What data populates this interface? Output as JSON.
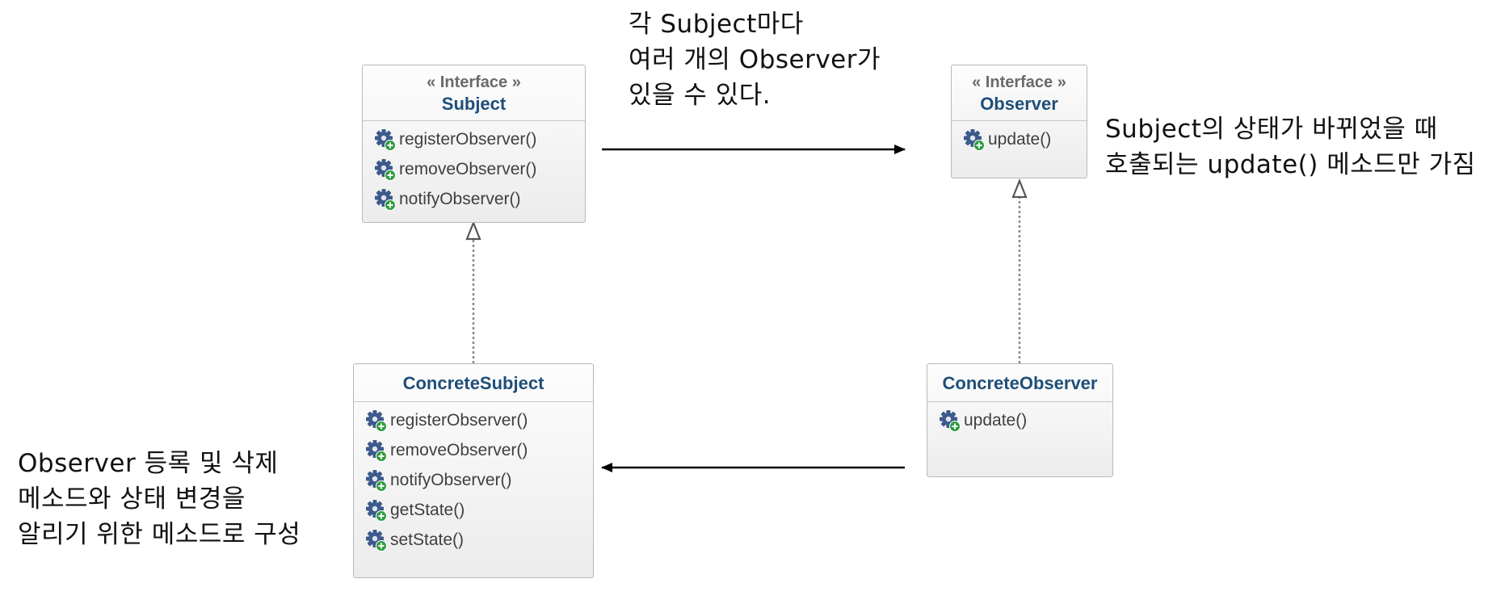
{
  "diagram": {
    "classes": [
      {
        "id": "subject",
        "stereotype": "« Interface »",
        "name": "Subject",
        "methods": [
          "registerObserver()",
          "removeObserver()",
          "notifyObserver()"
        ]
      },
      {
        "id": "observer",
        "stereotype": "« Interface »",
        "name": "Observer",
        "methods": [
          "update()"
        ]
      },
      {
        "id": "concrete_subject",
        "name": "ConcreteSubject",
        "methods": [
          "registerObserver()",
          "removeObserver()",
          "notifyObserver()",
          "getState()",
          "setState()"
        ]
      },
      {
        "id": "concrete_observer",
        "name": "ConcreteObserver",
        "methods": [
          "update()"
        ]
      }
    ],
    "relations": [
      {
        "from": "concrete_subject",
        "to": "subject",
        "type": "realization"
      },
      {
        "from": "concrete_observer",
        "to": "observer",
        "type": "realization"
      },
      {
        "from": "subject",
        "to": "observer",
        "type": "association"
      },
      {
        "from": "concrete_observer",
        "to": "concrete_subject",
        "type": "association"
      }
    ],
    "notes": {
      "top": [
        "각 Subject마다",
        "여러 개의 Observer가",
        "있을 수 있다."
      ],
      "right": [
        "Subject의 상태가 바뀌었을 때",
        "호출되는 update() 메소드만 가짐"
      ],
      "left": [
        "Observer 등록 및 삭제",
        "메소드와 상태 변경을",
        "알리기 위한 메소드로 구성"
      ]
    },
    "colors": {
      "class_name": "#1f4e79",
      "stereotype": "#6a6a6a",
      "method_text": "#3f3f3f",
      "icon_gear": "#3d5a8c",
      "icon_plus": "#2e9c3f",
      "line": "#000000",
      "dotted_line": "#888888"
    },
    "icons": {
      "method": "gear-with-plus-icon"
    }
  }
}
